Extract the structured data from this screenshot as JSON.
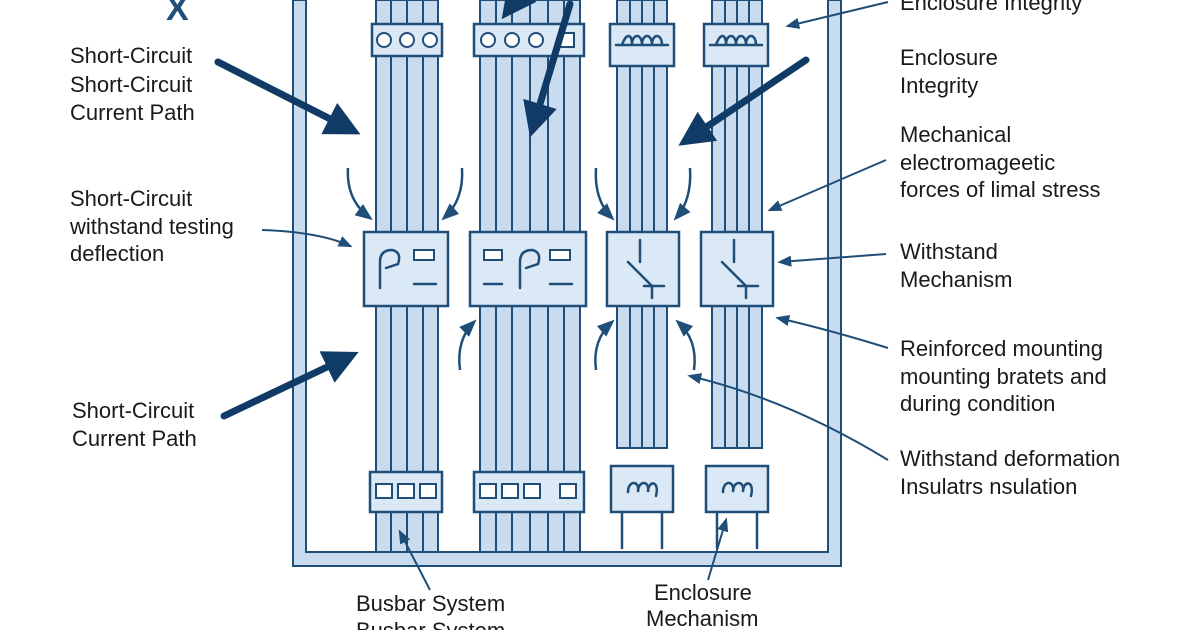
{
  "logo": "X",
  "labels_left": [
    {
      "lines": [
        "Short-Circuit",
        "Short-Circuit",
        "Current Path"
      ]
    },
    {
      "lines": [
        "Short-Circuit",
        "withstand testing",
        "deflection"
      ]
    },
    {
      "lines": [
        "Short-Circuit",
        "Current Path"
      ]
    }
  ],
  "labels_right": [
    {
      "lines": [
        "Enclosure Integrity"
      ]
    },
    {
      "lines": [
        "Enclosure",
        "Integrity"
      ]
    },
    {
      "lines": [
        "Mechanical",
        "electromageetic",
        "forces of limal stress"
      ]
    },
    {
      "lines": [
        "Withstand",
        "Mechanism"
      ]
    },
    {
      "lines": [
        "Reinforced mounting",
        "mounting bratets and",
        "during condition"
      ]
    },
    {
      "lines": [
        "Withstand deformation",
        "Insulatrs nsulation"
      ]
    }
  ],
  "labels_bottom": [
    {
      "lines": [
        "Busbar System",
        "Busbar System"
      ]
    },
    {
      "lines": [
        "Enclosure",
        "Mechanism"
      ]
    }
  ],
  "colors": {
    "accent": "#1f4e79",
    "arrow": "#0f3b66",
    "fill": "#c9dcef",
    "box_fill": "#dbe8f5",
    "text": "#1a1a1a"
  }
}
